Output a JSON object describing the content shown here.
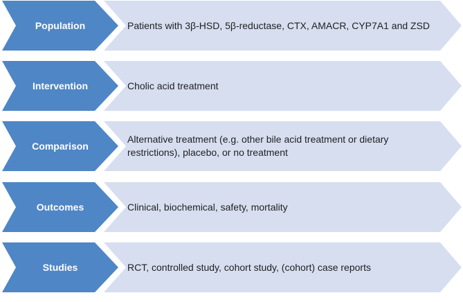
{
  "colors": {
    "label_fill": "#4f86c6",
    "label_text": "#ffffff",
    "content_fill": "#d6def0",
    "content_text": "#1f1f1f"
  },
  "rows": [
    {
      "label": "Population",
      "text": "Patients with 3β-HSD, 5β-reductase, CTX, AMACR, CYP7A1 and ZSD"
    },
    {
      "label": "Intervention",
      "text": "Cholic acid treatment"
    },
    {
      "label": "Comparison",
      "text": "Alternative treatment (e.g. other bile acid treatment or dietary restrictions), placebo, or no treatment"
    },
    {
      "label": "Outcomes",
      "text": "Clinical, biochemical, safety, mortality"
    },
    {
      "label": "Studies",
      "text": "RCT, controlled study, cohort study, (cohort) case reports"
    }
  ]
}
